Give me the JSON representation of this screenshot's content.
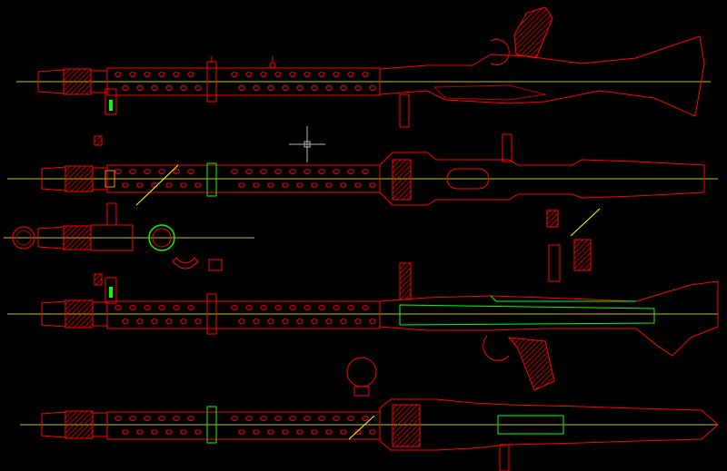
{
  "app": {
    "title": ""
  },
  "colors": {
    "background": "#000000",
    "primary_line": "#ff0000",
    "dark_line": "#b40000",
    "centerline": "#ffff00",
    "accent_green": "#00ff00",
    "crosshair": "#b4b4b4"
  },
  "views": [
    {
      "id": "side-view-left",
      "label": ""
    },
    {
      "id": "top-view",
      "label": ""
    },
    {
      "id": "end-view-detail",
      "label": ""
    },
    {
      "id": "side-view-right-sectioned",
      "label": ""
    },
    {
      "id": "bottom-view",
      "label": ""
    }
  ],
  "icons": {
    "cursor": "crosshair-cursor-icon"
  }
}
